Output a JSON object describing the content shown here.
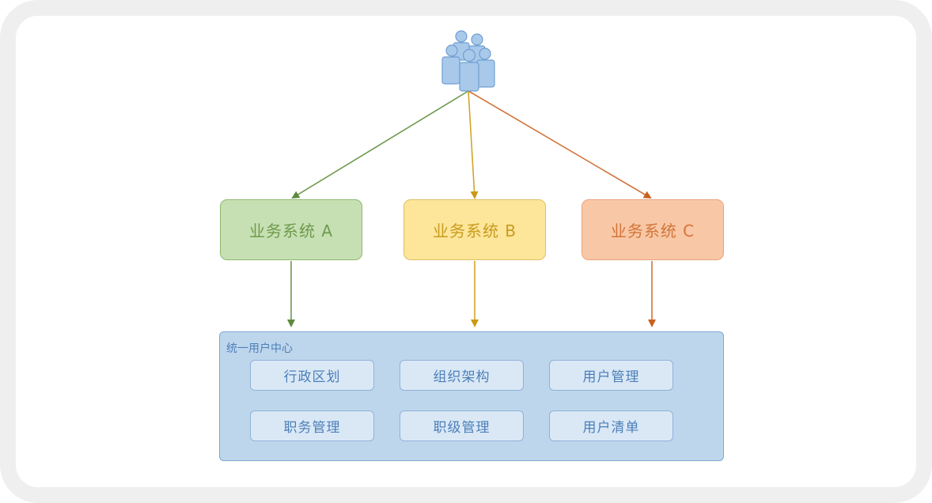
{
  "diagram": {
    "users": {
      "icon": "users-group-icon"
    },
    "systems": [
      {
        "label": "业务系统 A",
        "color": "#c6e0b3",
        "border": "#8fb86e",
        "arrow": "#5e8a3c"
      },
      {
        "label": "业务系统 B",
        "color": "#fde59a",
        "border": "#dcc061",
        "arrow": "#c99a14"
      },
      {
        "label": "业务系统 C",
        "color": "#f8c8a6",
        "border": "#e8a27a",
        "arrow": "#c9601e"
      }
    ],
    "user_center": {
      "title": "统一用户中心",
      "modules": [
        "行政区划",
        "组织架构",
        "用户管理",
        "职务管理",
        "职级管理",
        "用户清单"
      ]
    }
  }
}
